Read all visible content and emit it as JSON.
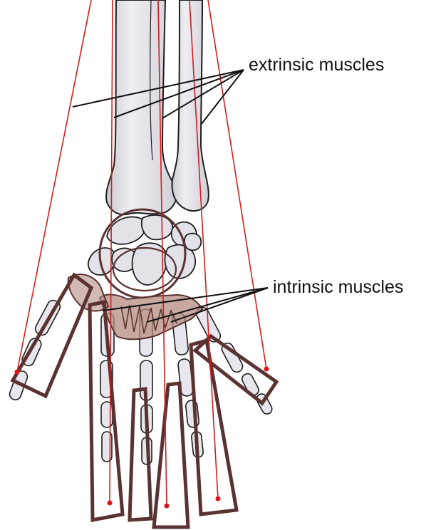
{
  "labels": {
    "extrinsic": "extrinsic muscles",
    "intrinsic": "intrinsic muscles"
  },
  "colors": {
    "bone_fill": "#e4e4ea",
    "bone_stroke": "#1e1e1e",
    "muscle_outline": "#5b3232",
    "muscle_fill": "#b48c82",
    "tendon_line": "#d21e1e",
    "tendon_dot": "#e01414",
    "leader_line": "#111111"
  },
  "icons": {
    "forearm": "radius-ulna-bones",
    "wrist": "carpal-bones",
    "hand": "hand-skeleton"
  }
}
